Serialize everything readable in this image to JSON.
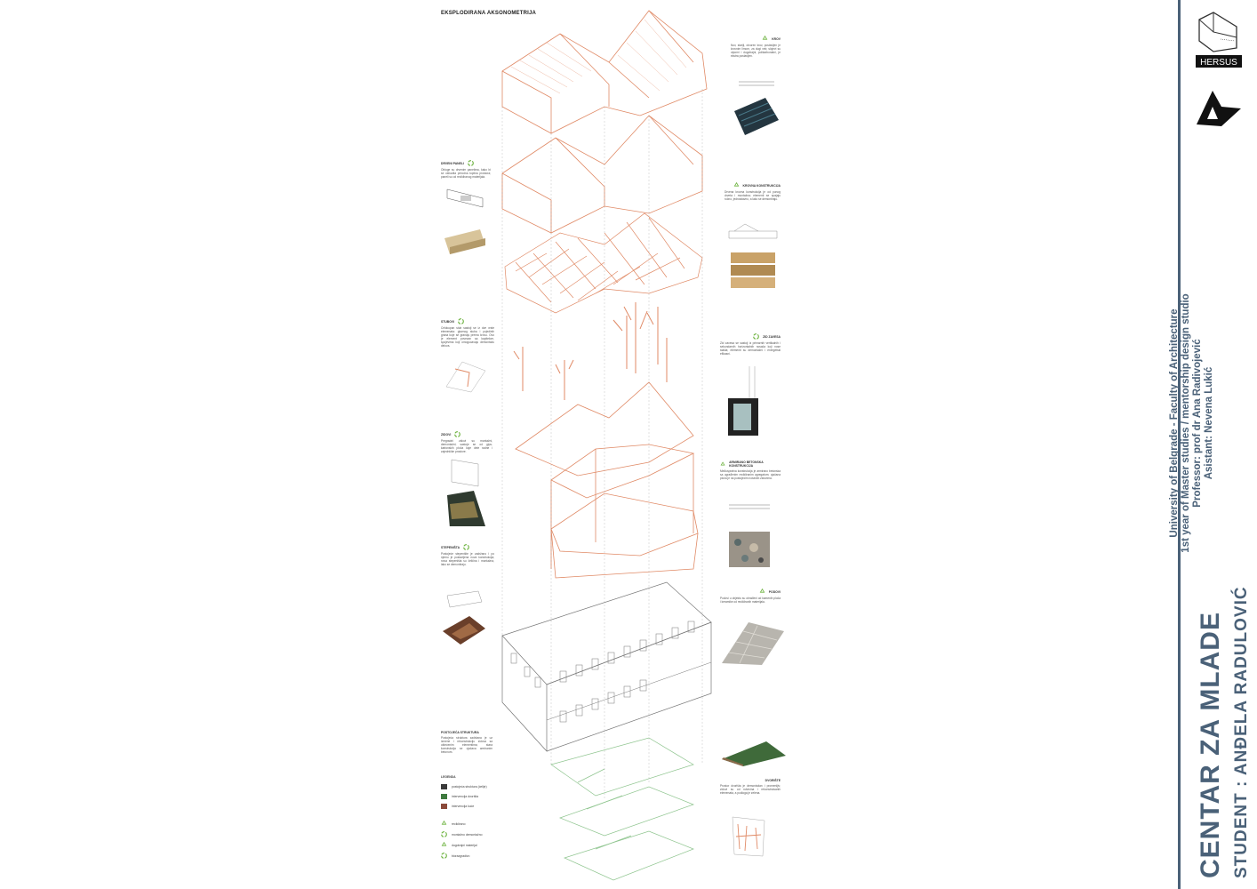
{
  "sheet_title": "EKSPLODIRANA AKSONOMETRIJA",
  "notes": {
    "krov": {
      "title": "KROV",
      "text": "Nov, stariji, otvoren krov, postavljen je krovnim limom, za dugi vek; slojevi su otporni i dugotrajni, polikarbonatni, je ekstra postavljen."
    },
    "drveni_paneli": {
      "title": "DRVENI PANELI",
      "text": "Obloge su drvenim panelima, kako bi se ostvarila prirodna toplina prostora; paneli su od recikliranog materijala."
    },
    "krovna_konstrukcija": {
      "title": "KROVNA KONSTRUKCIJA",
      "text": "Drvena krovna konstrukcija je od punog drveta i montažna; elementi se spajaju ručno, jednostavno, a lako se demontiraju."
    },
    "stubovi": {
      "title": "STUBOVI",
      "text": "Celokupan stub sastoji se iz dve vrste elemenata: glavnog stuba i pojedinih grana koje se granaju prema krovu. Ovo je element povezan sa kapitelom, spojevima koji omogućavaju demontažu delova."
    },
    "zid_zavesa": {
      "title": "ZID ZAVESA",
      "text": "Zid zavesa se sastoji iz primarnih vertikalnih i sekundarnih horizontalnih nosača koji nose stakla; elementi su demontažni i energetski efikasni."
    },
    "zidovi": {
      "title": "ZIDOVI",
      "text": "Pregradni zidovi su montažni, demontažni; sastoje se od gips-kartonskih ploča koje dele radne i zajedničke prostore."
    },
    "armirano_betonska": {
      "title": "ARMIRANO BETONSKA KONSTRUKCIJA",
      "text": "Međuspratna konstrukcija je armirano betonska sa ugrađenim recikliranim agregatom; ojačana ploča je na postojećim nosećim zidovima."
    },
    "stepenista": {
      "title": "STEPENIŠTA",
      "text": "Postojeće stepenište je zadržano i po njemu je postavljena nova konstrukcija; nova stepeništa su čelična i montažna, lako se demontiraju."
    },
    "podovi": {
      "title": "PODOVI",
      "text": "Podovi u objektu su obrađeni od kamenih ploča i keramike od recikliranih materijala."
    },
    "postojeca_struktura": {
      "title": "POSTOJEĆA STRUKTURA",
      "text": "Postojeća struktura zadržana je uz izmene i rekonstrukciju zidova sa oštećenim elementima; stara konstrukcija se ojačava armiranim betonom."
    },
    "dvoriste": {
      "title": "DVORIŠTE",
      "text": "Prostor dvorišta je demontažan i promenljiv; zidovi su od ruševina i rekonstruisanih elemenata, a podloga je zelena."
    }
  },
  "legend": {
    "title": "LEGENDA",
    "swatches": [
      {
        "label": "postojeća struktura (ćelije)",
        "color": "#3a3a3a"
      },
      {
        "label": "intervencija dvorišta",
        "color": "#3f7a3f"
      },
      {
        "label": "intervencija kuće",
        "color": "#8b4a3a"
      }
    ],
    "icons": [
      {
        "label": "reciklirano",
        "icon": "recycle-icon"
      },
      {
        "label": "montažno demontažno",
        "icon": "cycle-icon"
      },
      {
        "label": "dugotrajni materijal",
        "icon": "recycle-icon"
      },
      {
        "label": "biorazgradivo",
        "icon": "cycle-icon"
      }
    ]
  },
  "credits": {
    "line1": "University of Belgrade - Faculty of Architecture",
    "line2": "1st year of Master studies / mentorship design studio",
    "line3": "Professor: prof dr Ana Radivojević",
    "line4": "Asistant: Nevena Lukić"
  },
  "logo_text": "HERSUS",
  "project_title": "CENTAR ZA MLADE",
  "student": "STUDENT : ANĐELA RADULOVIĆ",
  "colors": {
    "structure": "#e08a66",
    "courtyard": "#8fc58f",
    "accent": "#4a6178",
    "recycle": "#6db33f"
  }
}
